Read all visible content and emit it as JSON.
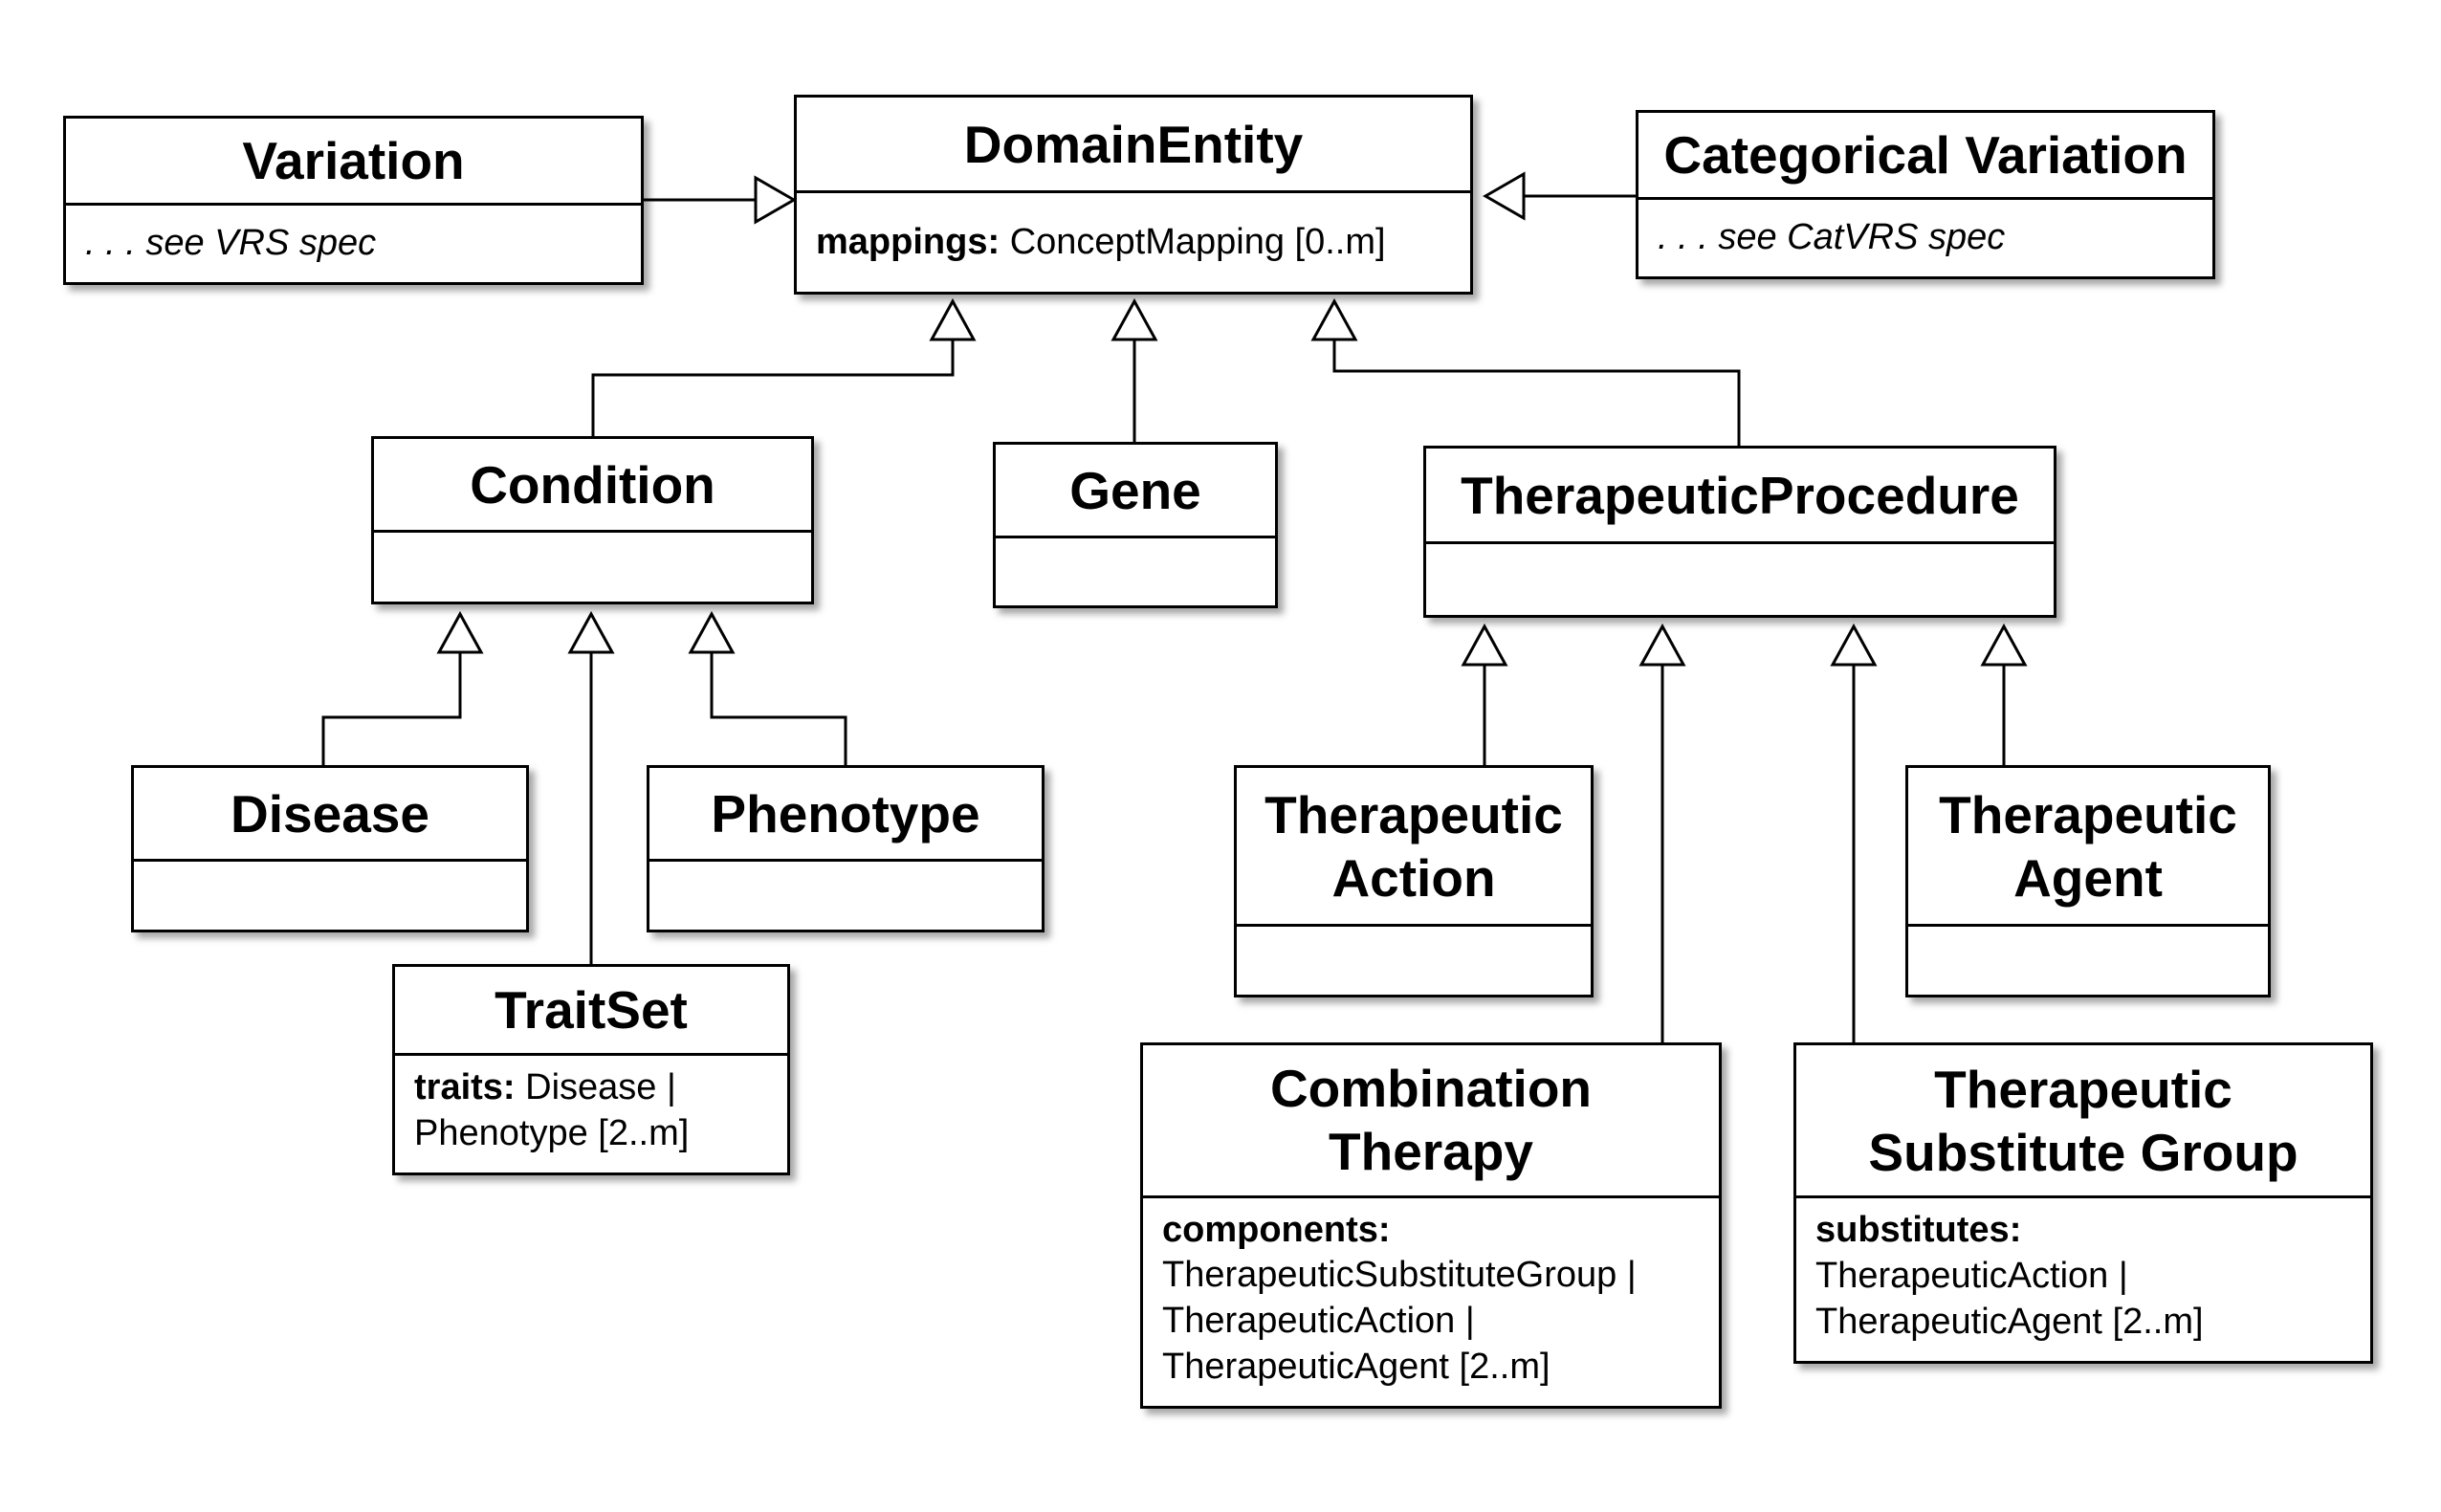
{
  "classes": {
    "variation": {
      "name": "Variation",
      "note": ". . . see VRS spec"
    },
    "domain_entity": {
      "name": "DomainEntity",
      "attr_key": "mappings:",
      "attr_value": "ConceptMapping [0..m]"
    },
    "categorical_variation": {
      "name": "Categorical Variation",
      "note": ". . . see CatVRS spec"
    },
    "condition": {
      "name": "Condition"
    },
    "gene": {
      "name": "Gene"
    },
    "therapeutic_procedure": {
      "name": "TherapeuticProcedure"
    },
    "disease": {
      "name": "Disease"
    },
    "phenotype": {
      "name": "Phenotype"
    },
    "trait_set": {
      "name": "TraitSet",
      "attr_key": "traits:",
      "attr_value_1": "Disease |",
      "attr_value_2": "Phenotype [2..m]"
    },
    "therapeutic_action": {
      "name_1": "Therapeutic",
      "name_2": "Action"
    },
    "therapeutic_agent": {
      "name_1": "Therapeutic",
      "name_2": "Agent"
    },
    "combination_therapy": {
      "name_1": "Combination",
      "name_2": "Therapy",
      "attr_key": "components:",
      "attr_lines": [
        "TherapeuticSubstituteGroup |",
        "TherapeuticAction |",
        "TherapeuticAgent  [2..m]"
      ]
    },
    "therapeutic_substitute_group": {
      "name_1": "Therapeutic",
      "name_2": "Substitute Group",
      "attr_key": "substitutes:",
      "attr_lines": [
        "TherapeuticAction |",
        "TherapeuticAgent  [2..m]"
      ]
    }
  },
  "relationships": [
    {
      "type": "generalization",
      "from": "Variation",
      "to": "DomainEntity"
    },
    {
      "type": "generalization",
      "from": "Categorical Variation",
      "to": "DomainEntity"
    },
    {
      "type": "generalization",
      "from": "Condition",
      "to": "DomainEntity"
    },
    {
      "type": "generalization",
      "from": "Gene",
      "to": "DomainEntity"
    },
    {
      "type": "generalization",
      "from": "TherapeuticProcedure",
      "to": "DomainEntity"
    },
    {
      "type": "generalization",
      "from": "Disease",
      "to": "Condition"
    },
    {
      "type": "generalization",
      "from": "TraitSet",
      "to": "Condition"
    },
    {
      "type": "generalization",
      "from": "Phenotype",
      "to": "Condition"
    },
    {
      "type": "generalization",
      "from": "Therapeutic Action",
      "to": "TherapeuticProcedure"
    },
    {
      "type": "generalization",
      "from": "Combination Therapy",
      "to": "TherapeuticProcedure"
    },
    {
      "type": "generalization",
      "from": "Therapeutic Substitute Group",
      "to": "TherapeuticProcedure"
    },
    {
      "type": "generalization",
      "from": "Therapeutic Agent",
      "to": "TherapeuticProcedure"
    }
  ]
}
